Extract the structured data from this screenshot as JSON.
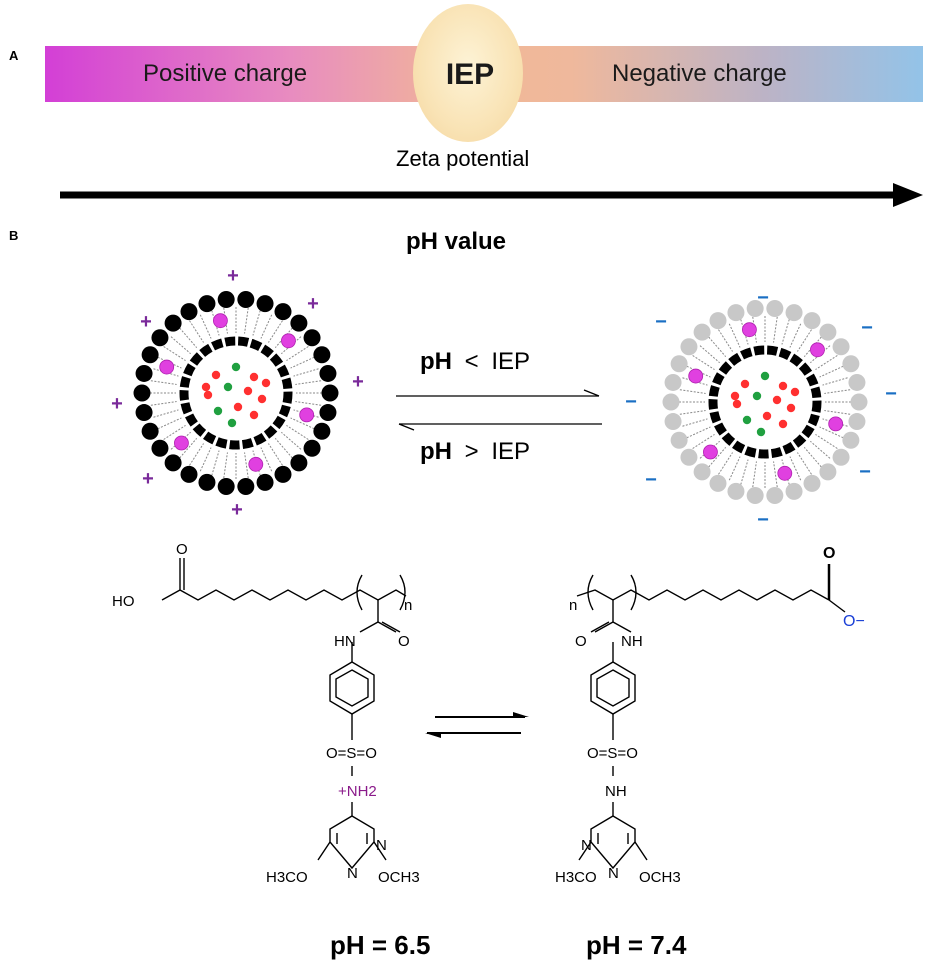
{
  "panel_a": {
    "letter": "A",
    "positive_label": "Positive charge",
    "negative_label": "Negative charge",
    "iep_label": "IEP",
    "zeta_label": "Zeta potential",
    "axis_label": "pH value"
  },
  "panel_b": {
    "letter": "B",
    "forward_ph": "pH",
    "forward_op": "<",
    "forward_iep": "IEP",
    "reverse_ph": "pH",
    "reverse_op": ">",
    "reverse_iep": "IEP",
    "plus_sign": "+",
    "minus_sign": "−",
    "left_structure": {
      "acid": "HO",
      "carbonyl_o": "O",
      "subscript_n": "n",
      "amide_nh": "HN",
      "amide_o": "O",
      "sulfonyl": "O=S=O",
      "ammonium": "+NH2",
      "ring_n1": "N",
      "ring_n2": "N",
      "methoxy_left": "H3CO",
      "methoxy_right": "OCH3"
    },
    "right_structure": {
      "carboxylate_o": "O",
      "carboxylate_o_minus": "O−",
      "subscript_n": "n",
      "amide_o": "O",
      "amide_nh": "NH",
      "sulfonyl": "O=S=O",
      "nh": "NH",
      "ring_n1": "N",
      "ring_n2": "N",
      "methoxy_left": "H3CO",
      "methoxy_right": "OCH3"
    },
    "left_ph": "pH = 6.5",
    "right_ph": "pH = 7.4"
  },
  "colors": {
    "positive": "#d33fd6",
    "negative": "#93c3e8",
    "iep_fill": "#f9e3b5",
    "plus_purple": "#7a2a9a",
    "minus_blue": "#1a6fc4",
    "ammonium_purple": "#8a1a8a",
    "carboxylate_blue": "#1a3fd6",
    "micelle_left_head": "#000000",
    "micelle_right_head": "#c8c8c8",
    "drug_pink": "#e040e0",
    "drug_red": "#ff3030",
    "drug_green": "#20a040"
  }
}
